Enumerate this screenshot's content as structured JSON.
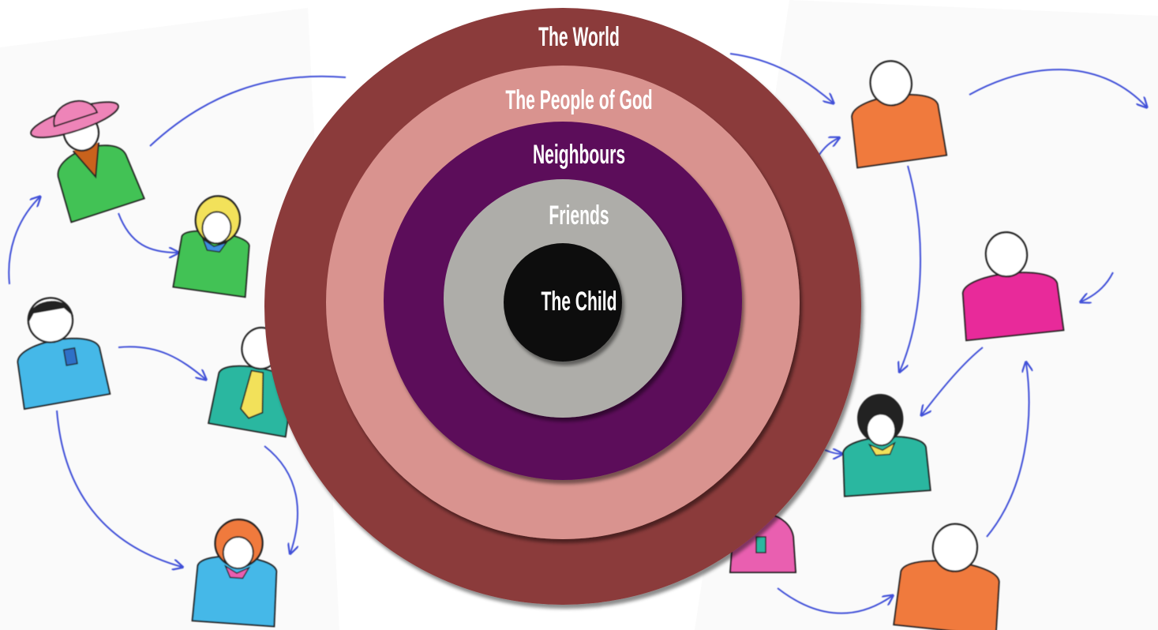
{
  "diagram": {
    "rings": [
      {
        "label": "The World",
        "color": "#8b3a3a"
      },
      {
        "label": "The People of God",
        "color": "#d9938f"
      },
      {
        "label": "Neighbours",
        "color": "#5c0b5a"
      },
      {
        "label": "Friends",
        "color": "#aeada9"
      },
      {
        "label": "The Child",
        "color": "#0b0b0b"
      }
    ]
  },
  "background": {
    "people_shirt_colors": [
      "#ee84b8",
      "#43c255",
      "#f2e15a",
      "#45b8e8",
      "#2bb7a0",
      "#f07a3c",
      "#e82c9a",
      "#e95fb0"
    ],
    "arrow_color": "#3f4fd8"
  }
}
